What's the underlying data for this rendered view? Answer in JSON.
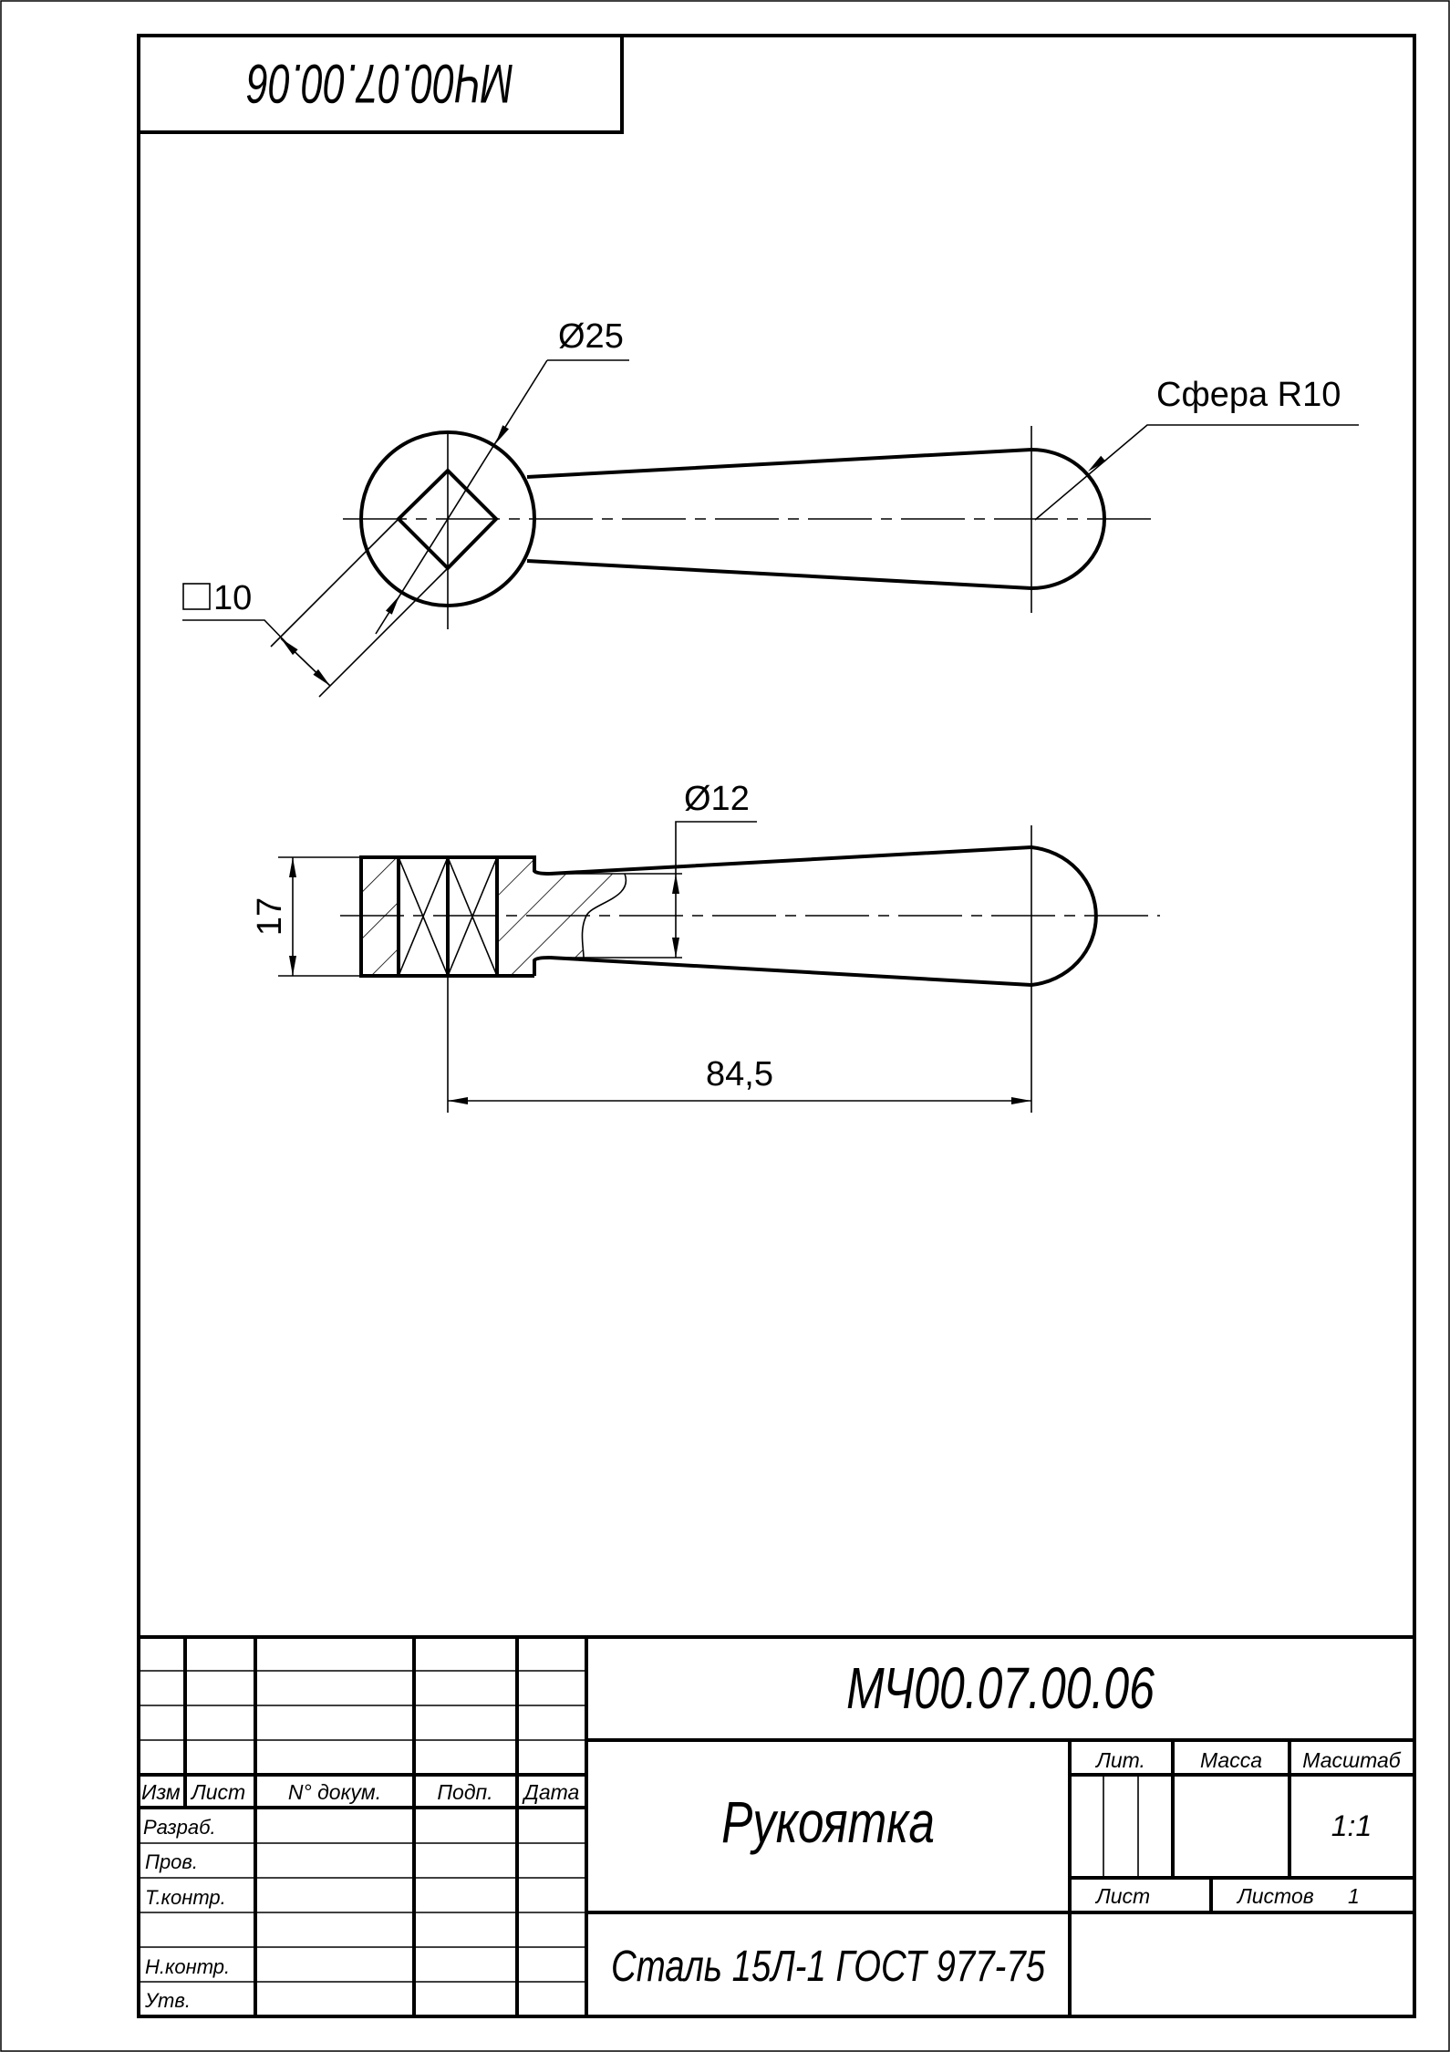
{
  "drawing": {
    "stamp_rotated": "МЧ00.07.00.06",
    "dimensions": {
      "diameter_25": "Ø25",
      "square_10": "10",
      "sphere": "Сфера R10",
      "diameter_12": "Ø12",
      "height_17": "17",
      "length": "84,5"
    }
  },
  "title_block": {
    "designation": "МЧ00.07.00.06",
    "part_name": "Рукоятка",
    "material": "Сталь 15Л-1  ГОСТ 977-75",
    "headers": {
      "izm": "Изм",
      "list": "Лист",
      "doc": "N°  докум.",
      "sign": "Подп.",
      "date": "Дата"
    },
    "roles": [
      "Разраб.",
      "Пров.",
      "Т.контр.",
      "",
      "Н.контр.",
      "Утв."
    ],
    "lit_label": "Лит.",
    "mass_label": "Масса",
    "scale_label": "Масштаб",
    "scale_value": "1:1",
    "sheet_label": "Лист",
    "sheets_label": "Листов",
    "sheets_value": "1"
  }
}
